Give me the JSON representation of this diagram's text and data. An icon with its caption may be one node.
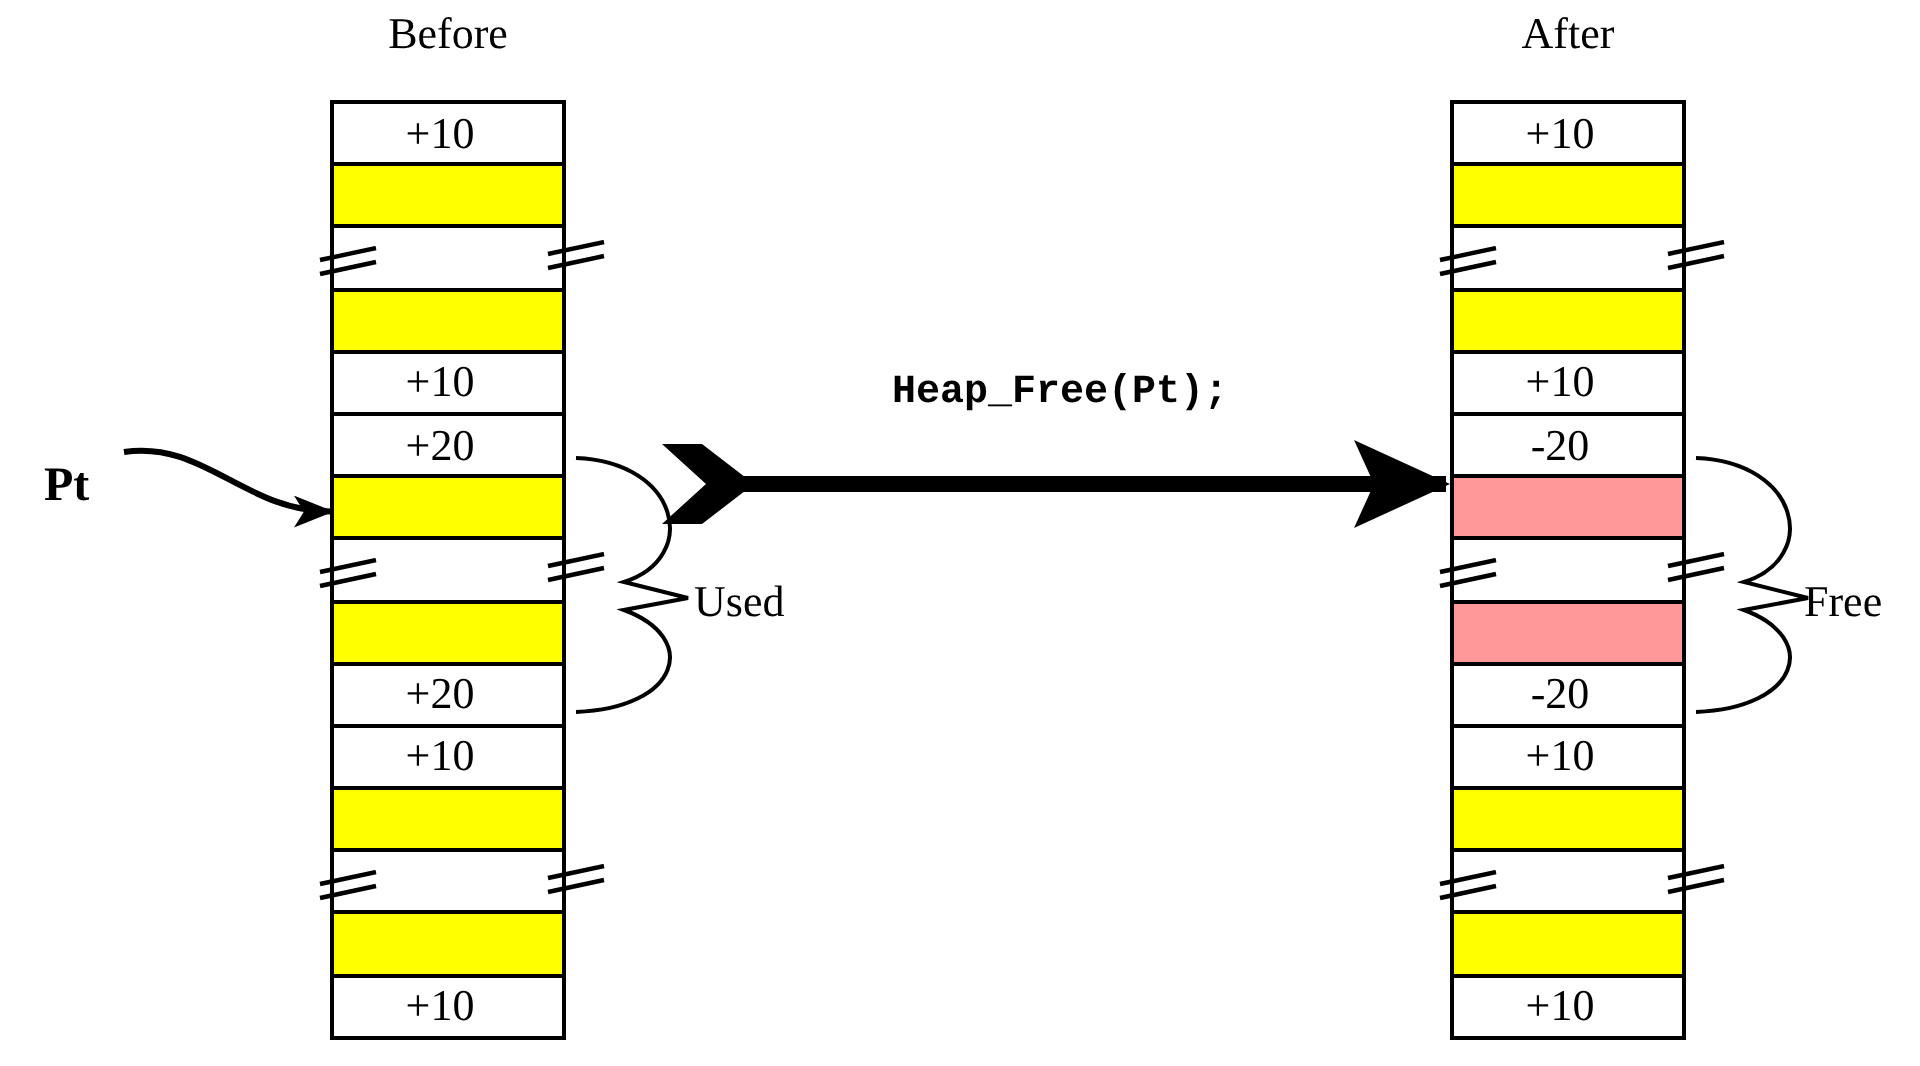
{
  "diagram": {
    "nodes": [
      {
        "text": [
          "Before"
        ]
      },
      {
        "text": [
          "+10"
        ],
        "in": 0
      },
      {
        "text": [],
        "shape": "box",
        "in": 0
      },
      {
        "text": [],
        "shape": "box",
        "in": 0
      },
      {
        "text": [],
        "shape": "box",
        "in": 0
      },
      {
        "text": [
          "+10"
        ],
        "in": 0
      },
      {
        "text": [
          "+20"
        ],
        "in": 0
      },
      {
        "text": [],
        "shape": "box",
        "in": 0
      },
      {
        "text": [],
        "shape": "box",
        "in": 0
      },
      {
        "text": [],
        "shape": "box",
        "in": 0
      },
      {
        "text": [
          "+20"
        ],
        "in": 0
      },
      {
        "text": [
          "+10"
        ],
        "in": 0
      },
      {
        "text": [],
        "shape": "box",
        "in": 0
      },
      {
        "text": [],
        "shape": "box",
        "in": 0
      },
      {
        "text": [],
        "shape": "box",
        "in": 0
      },
      {
        "text": [
          "+10"
        ],
        "in": 0
      },
      {
        "text": [
          "Pt"
        ]
      },
      {
        "text": [
          "After"
        ]
      },
      {
        "text": [
          "+10"
        ],
        "in": 17
      },
      {
        "text": [],
        "shape": "box",
        "in": 17
      },
      {
        "text": [],
        "shape": "box",
        "in": 17
      },
      {
        "text": [],
        "shape": "box",
        "in": 17
      },
      {
        "text": [
          "+10"
        ],
        "in": 17
      },
      {
        "text": [
          "-20"
        ],
        "in": 17
      },
      {
        "text": [],
        "shape": "box",
        "in": 17
      },
      {
        "text": [],
        "shape": "box",
        "in": 17
      },
      {
        "text": [],
        "shape": "box",
        "in": 17
      },
      {
        "text": [
          "-20"
        ],
        "in": 17
      },
      {
        "text": [
          "+10"
        ],
        "in": 17
      },
      {
        "text": [],
        "shape": "box",
        "in": 17
      },
      {
        "text": [],
        "shape": "box",
        "in": 17
      },
      {
        "text": [],
        "shape": "box",
        "in": 17
      },
      {
        "text": [
          "+10"
        ],
        "in": 17
      }
    ],
    "edges": [
      {
        "from": 16,
        "to": 7,
        "arrow": "to"
      },
      {
        "from": 0,
        "to": 17,
        "arrow": "to",
        "label": "Heap_Free(Pt);",
        "style": "thick"
      }
    ],
    "labels": [
      "Used",
      "Free"
    ]
  }
}
